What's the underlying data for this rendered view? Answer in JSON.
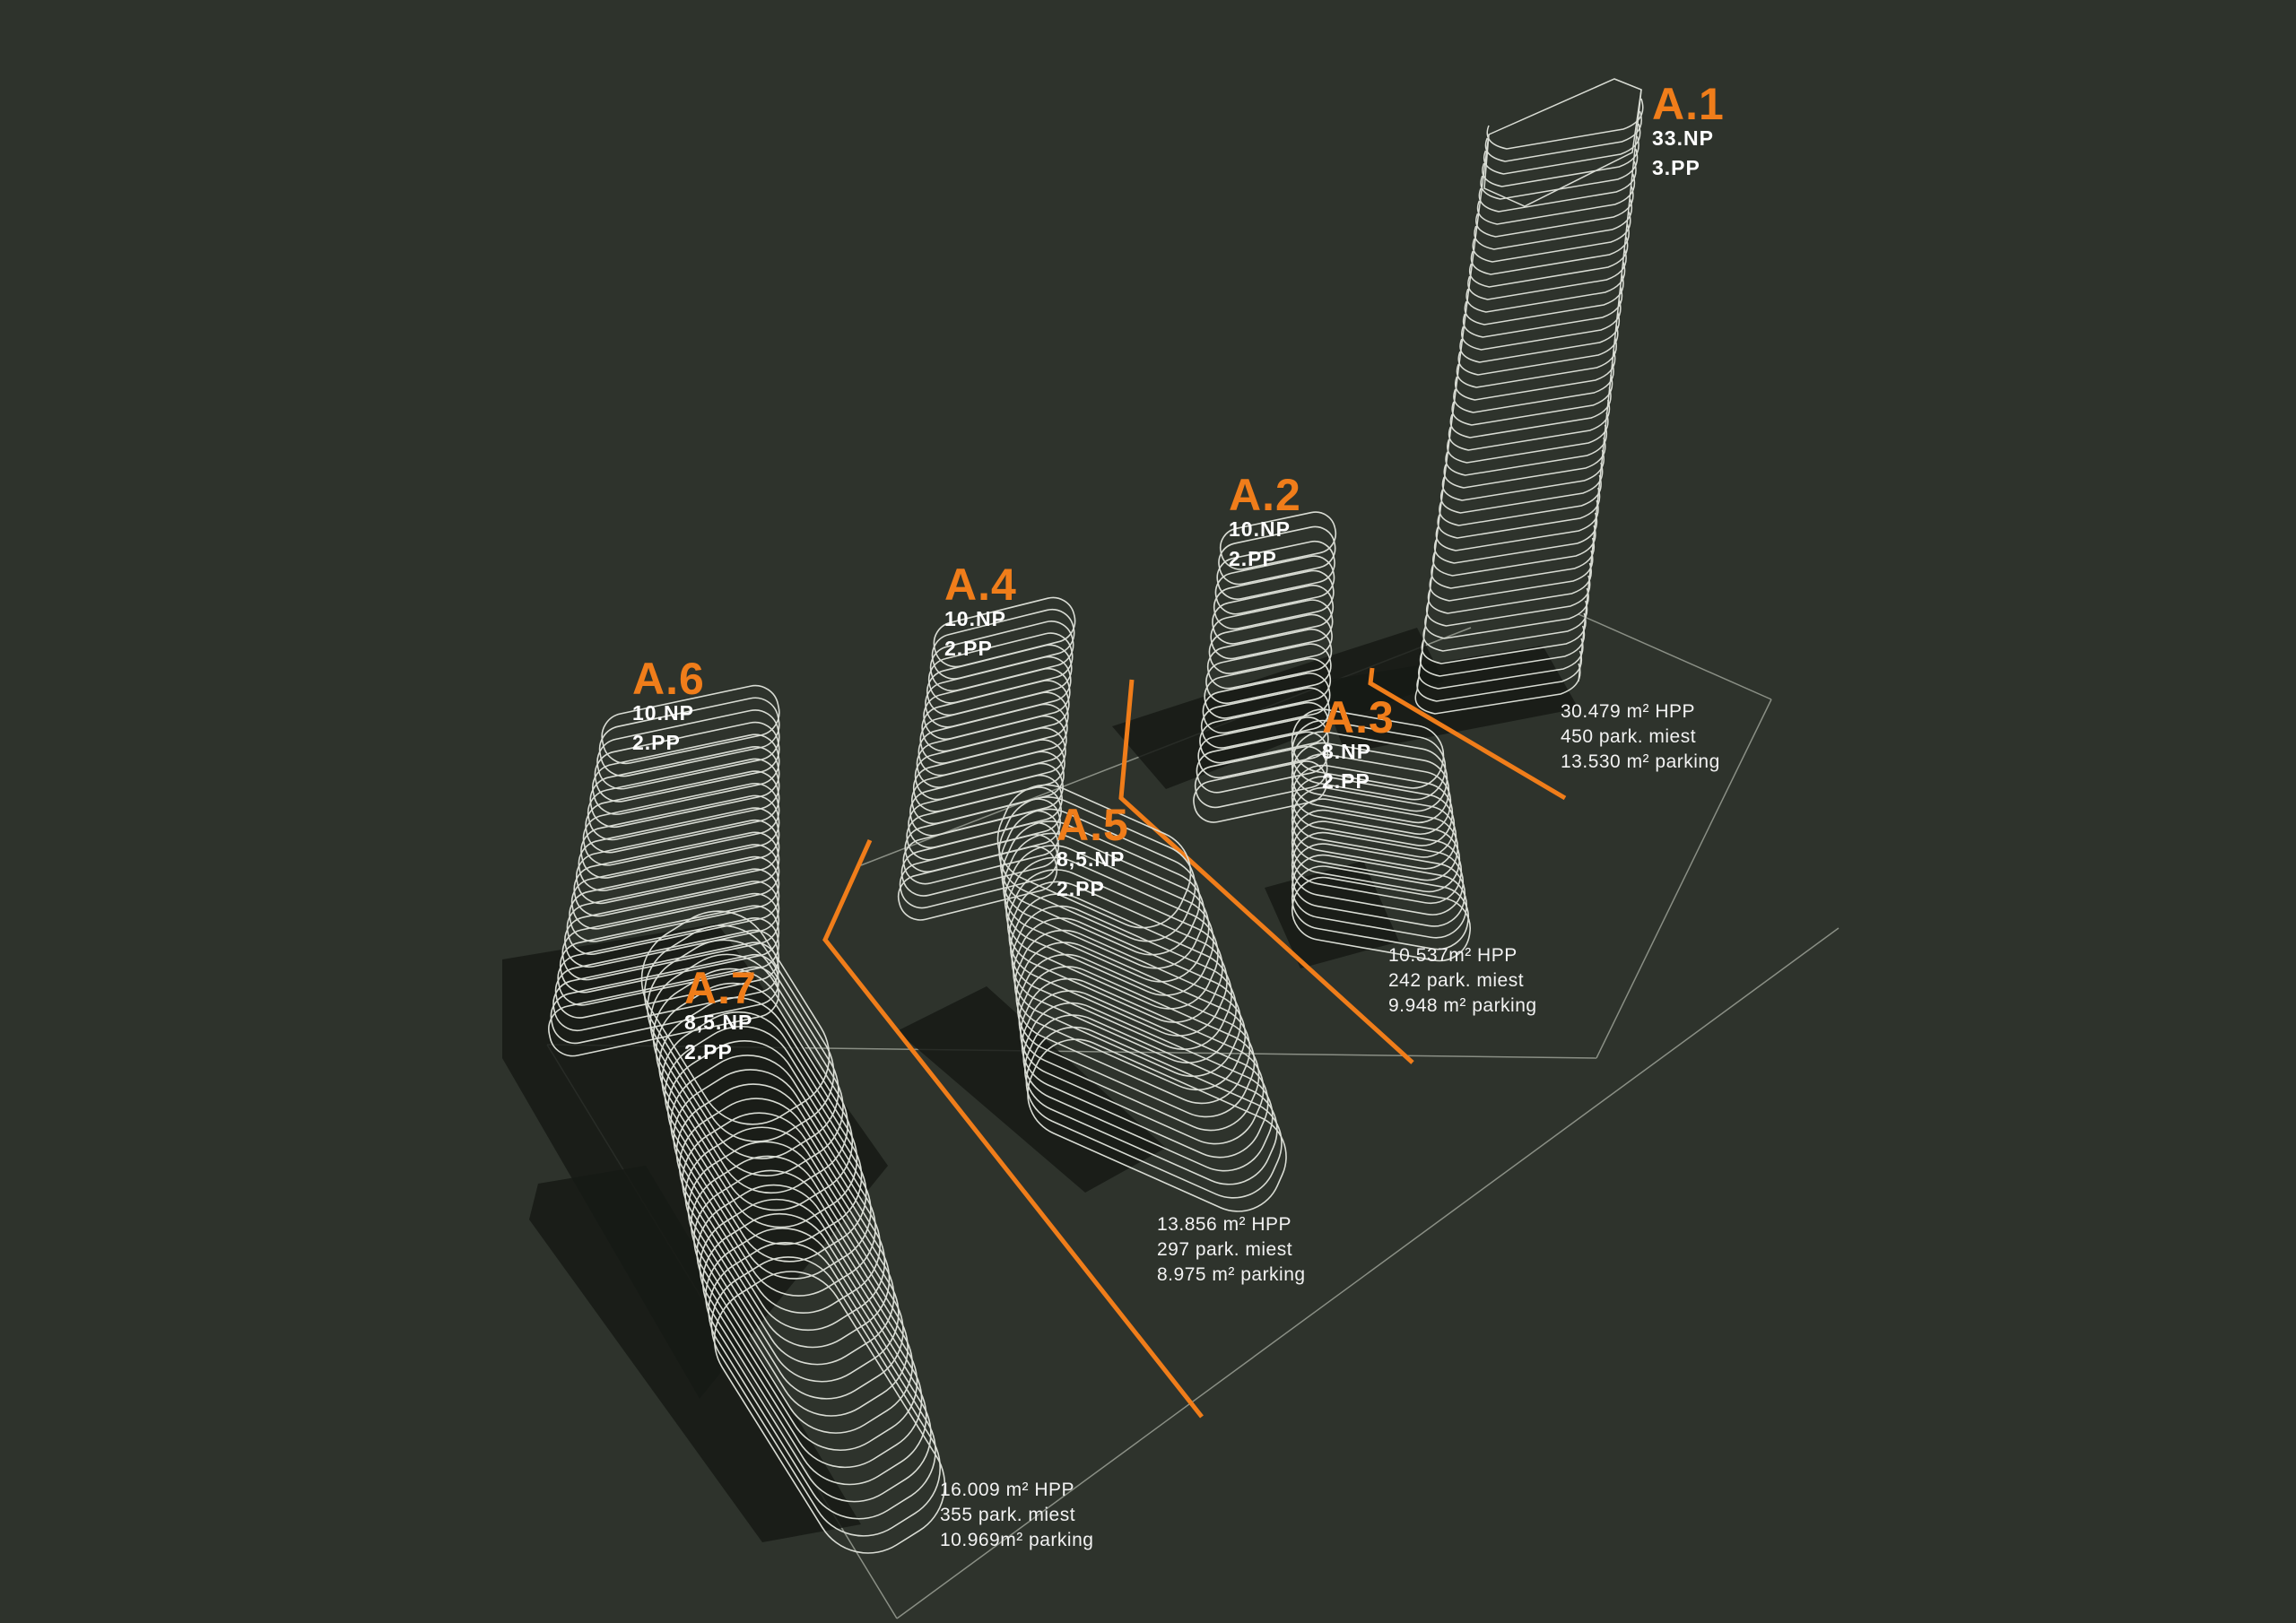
{
  "colors": {
    "background": "#2e332c",
    "accent": "#f07d1a",
    "wireframe": "#d9dcd4",
    "shadow": "#161a15",
    "text": "#ffffff"
  },
  "buildings": [
    {
      "id": "A.1",
      "floors_above": "33.NP",
      "floors_below": "3.PP"
    },
    {
      "id": "A.2",
      "floors_above": "10.NP",
      "floors_below": "2.PP"
    },
    {
      "id": "A.3",
      "floors_above": "8.NP",
      "floors_below": "2.PP"
    },
    {
      "id": "A.4",
      "floors_above": "10.NP",
      "floors_below": "2.PP"
    },
    {
      "id": "A.5",
      "floors_above": "8,5.NP",
      "floors_below": "2.PP"
    },
    {
      "id": "A.6",
      "floors_above": "10.NP",
      "floors_below": "2.PP"
    },
    {
      "id": "A.7",
      "floors_above": "8,5.NP",
      "floors_below": "2.PP"
    }
  ],
  "zones": [
    {
      "hpp": "30.479 m² HPP",
      "parking_spaces": "450 park. miest",
      "parking_area": "13.530 m² parking"
    },
    {
      "hpp": "10.537m² HPP",
      "parking_spaces": "242 park. miest",
      "parking_area": "9.948 m² parking"
    },
    {
      "hpp": "13.856 m² HPP",
      "parking_spaces": "297 park. miest",
      "parking_area": "8.975 m² parking"
    },
    {
      "hpp": "16.009 m² HPP",
      "parking_spaces": "355 park. miest",
      "parking_area": "10.969m² parking"
    }
  ]
}
